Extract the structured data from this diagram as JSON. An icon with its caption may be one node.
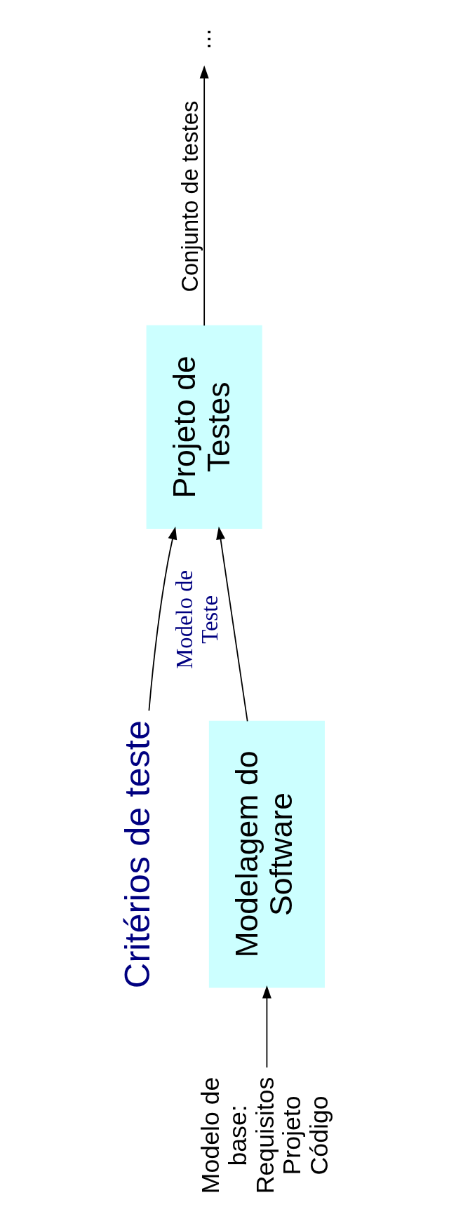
{
  "diagram": {
    "nodes": [
      {
        "text": [
          "Modelagem do Software"
        ]
      },
      {
        "text": [
          "Projeto de Testes"
        ]
      },
      {
        "text": [
          "Modelo de base: Requisitos Projeto Código"
        ]
      },
      {
        "text": [
          "Critérios de teste"
        ]
      },
      {
        "text": [
          "..."
        ]
      }
    ],
    "edges": [
      {
        "from": 2,
        "to": 0,
        "arrow": "to"
      },
      {
        "from": 0,
        "to": 1,
        "arrow": "to",
        "label": "Modelo de Teste"
      },
      {
        "from": 3,
        "to": 1,
        "arrow": "to"
      },
      {
        "from": 1,
        "to": 4,
        "arrow": "to",
        "label": "Conjunto de testes"
      }
    ]
  }
}
